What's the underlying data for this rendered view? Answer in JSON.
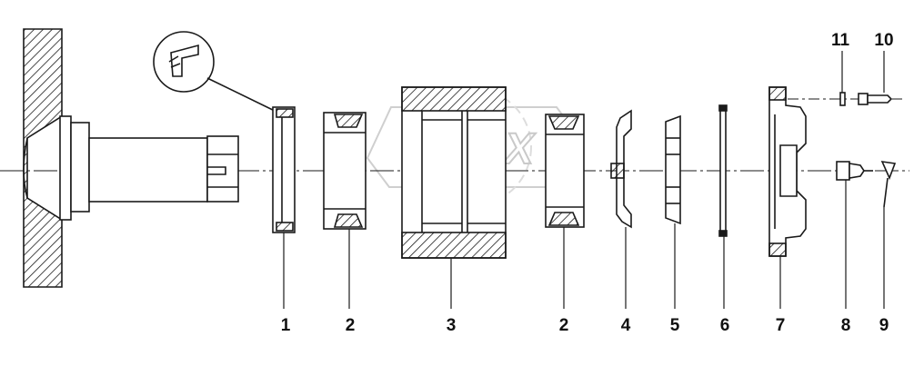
{
  "watermark": {
    "text": "OPEX"
  },
  "callouts": [
    {
      "id": "callout-1",
      "text": "1"
    },
    {
      "id": "callout-2a",
      "text": "2"
    },
    {
      "id": "callout-3",
      "text": "3"
    },
    {
      "id": "callout-2b",
      "text": "2"
    },
    {
      "id": "callout-4",
      "text": "4"
    },
    {
      "id": "callout-5",
      "text": "5"
    },
    {
      "id": "callout-6",
      "text": "6"
    },
    {
      "id": "callout-7",
      "text": "7"
    },
    {
      "id": "callout-8",
      "text": "8"
    },
    {
      "id": "callout-9",
      "text": "9"
    },
    {
      "id": "callout-11",
      "text": "11"
    },
    {
      "id": "callout-10",
      "text": "10"
    }
  ],
  "colors": {
    "ink": "#1a1a1a",
    "watermark": "#c9c9c9",
    "background": "#ffffff"
  }
}
